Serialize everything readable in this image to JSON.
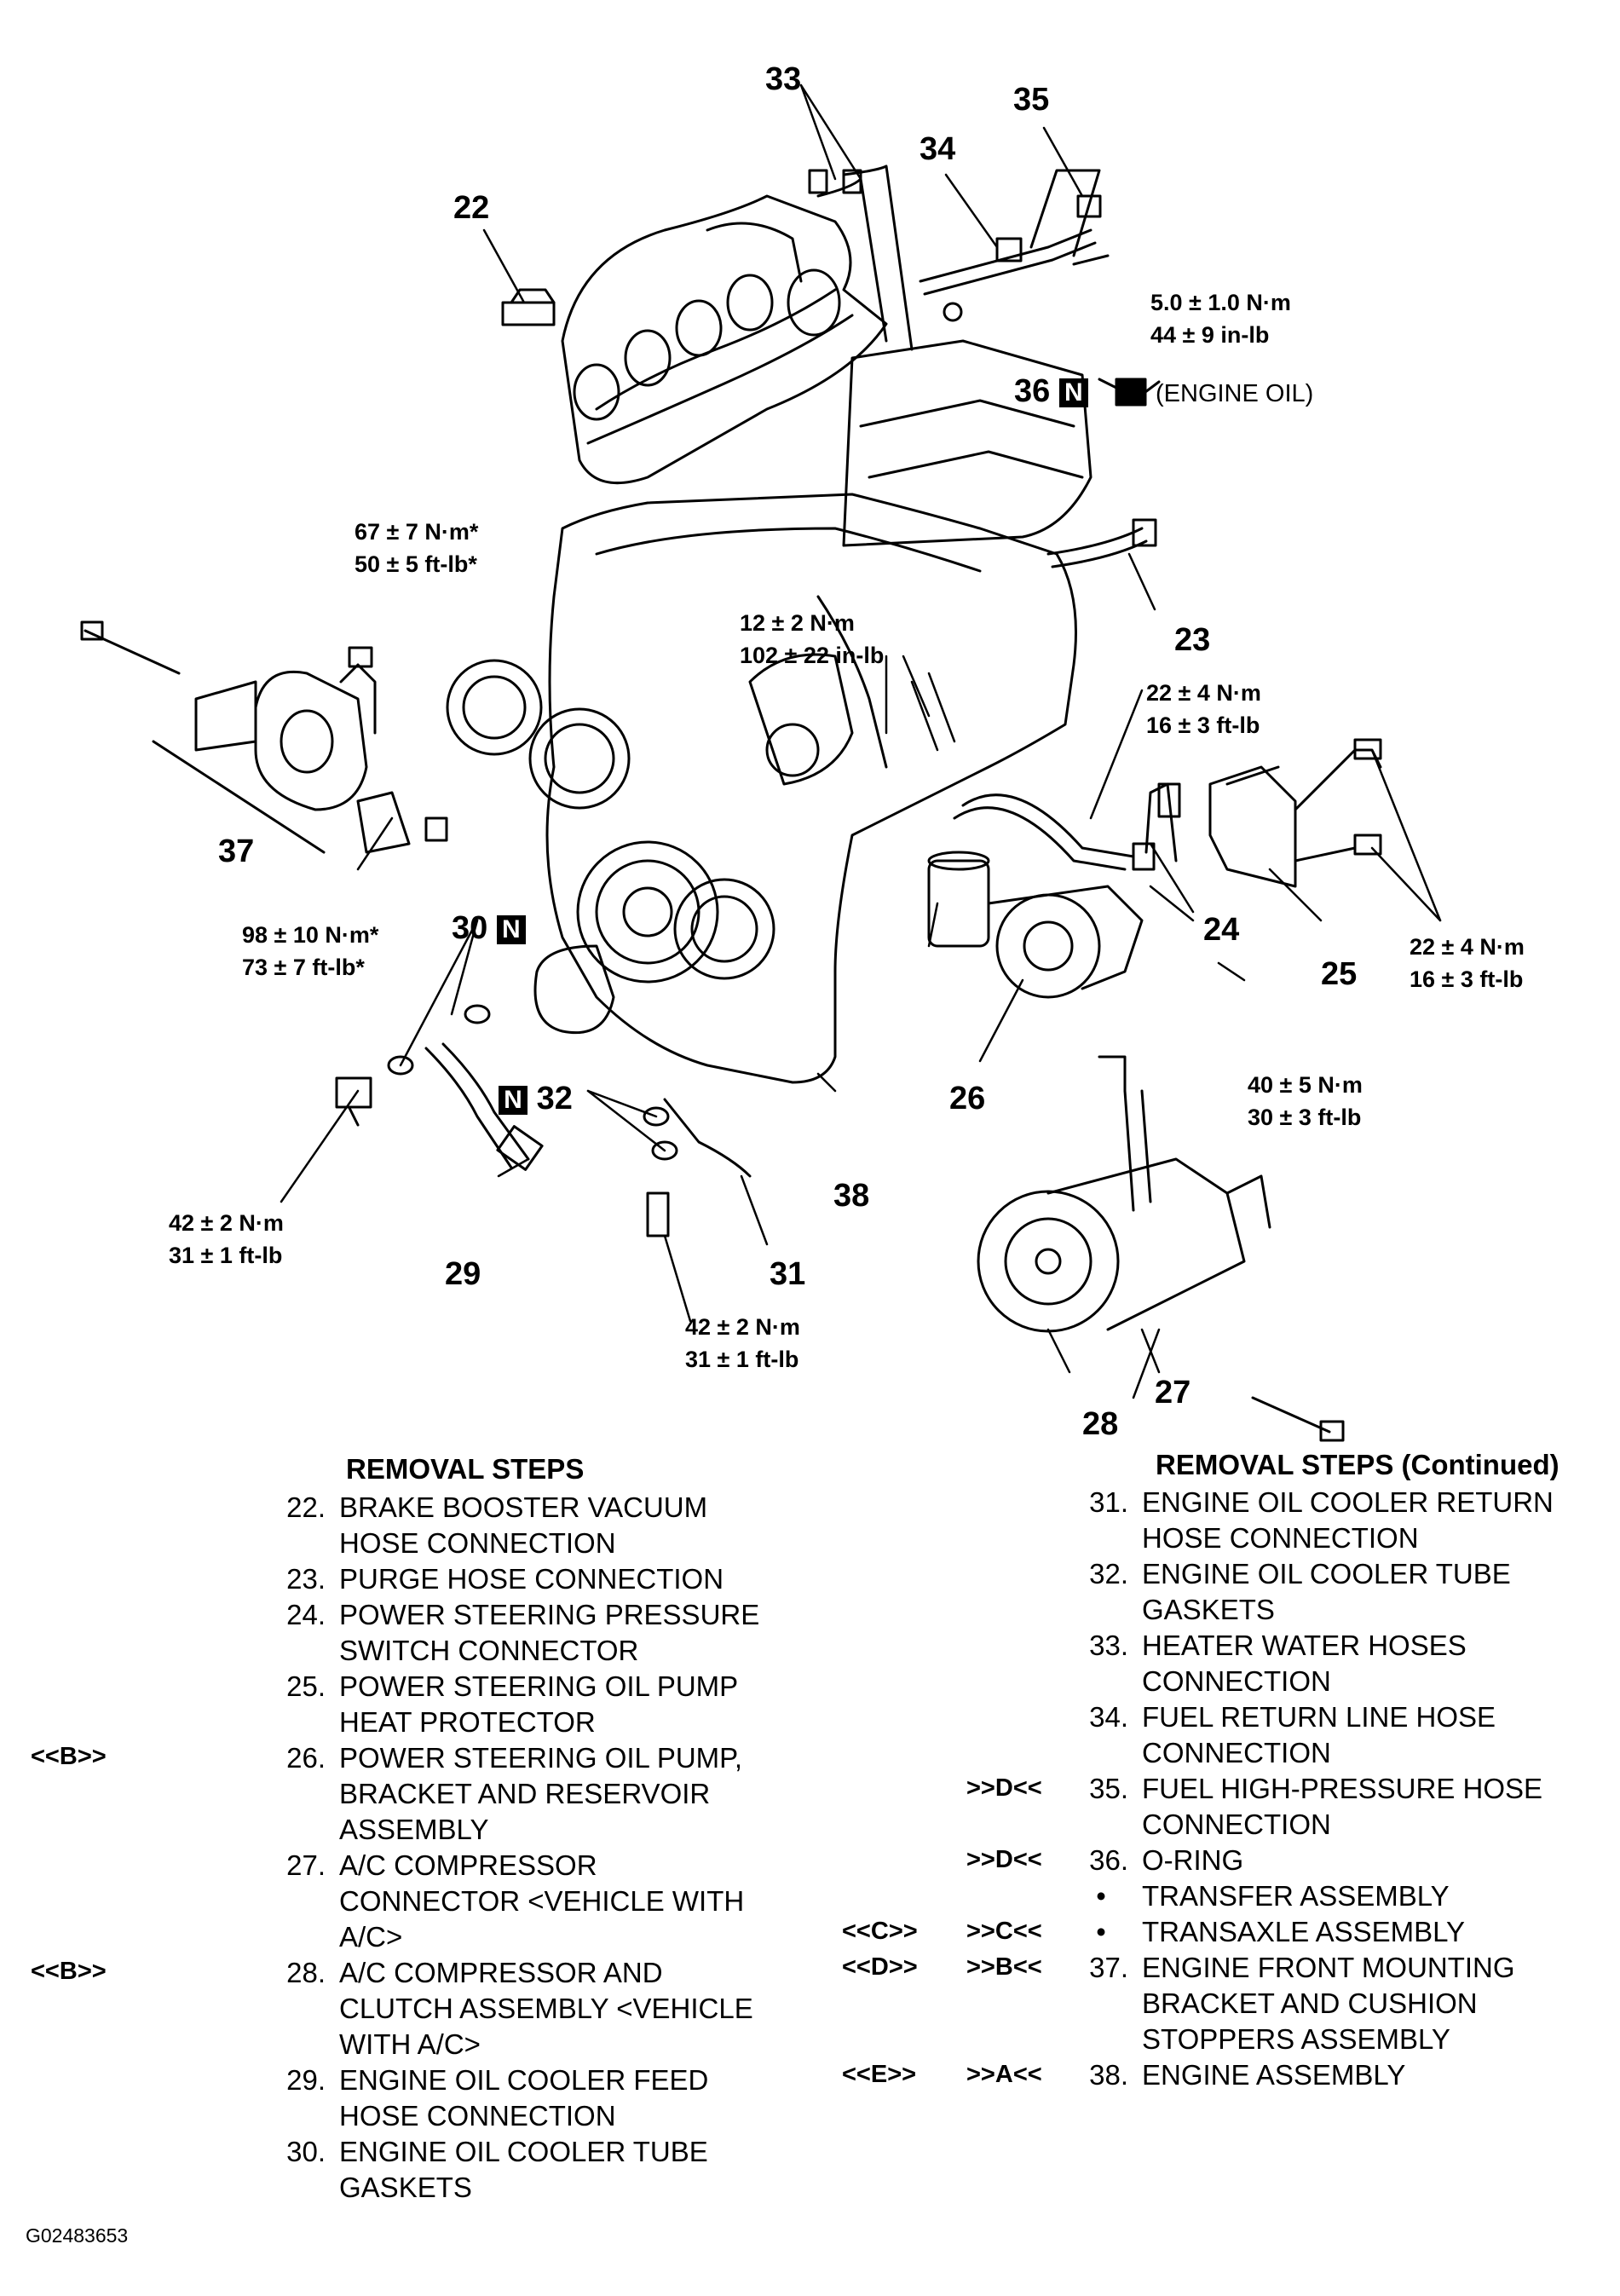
{
  "diagram": {
    "callouts": {
      "c22": "22",
      "c23": "23",
      "c24": "24",
      "c25": "25",
      "c26": "26",
      "c27": "27",
      "c28": "28",
      "c29": "29",
      "c30": "30",
      "c31": "31",
      "c32": "32",
      "c33": "33",
      "c34": "34",
      "c35": "35",
      "c36": "36",
      "c37": "37",
      "c38": "38"
    },
    "torques": {
      "t35a": "5.0 ± 1.0 N·m",
      "t35b": "44 ± 9 in-lb",
      "t37ua": "67 ± 7 N·m*",
      "t37ub": "50 ± 5 ft-lb*",
      "t24ua": "12 ± 2 N·m",
      "t24ub": "102 ± 22 in-lb",
      "t24a": "22 ± 4 N·m",
      "t24b": "16 ± 3 ft-lb",
      "t25a": "22 ± 4 N·m",
      "t25b": "16 ± 3 ft-lb",
      "t37la": "98 ± 10 N·m*",
      "t37lb": "73 ± 7 ft-lb*",
      "t26a": "40 ± 5 N·m",
      "t26b": "30 ± 3 ft-lb",
      "t29a": "42 ± 2 N·m",
      "t29b": "31 ± 1 ft-lb",
      "t31a": "42 ± 2 N·m",
      "t31b": "31 ± 1 ft-lb"
    },
    "n_badge": "N",
    "engine_oil_note": "(ENGINE OIL)"
  },
  "left_column": {
    "heading": "REMOVAL STEPS",
    "steps": [
      {
        "ref": "",
        "num": "22.",
        "text": "BRAKE BOOSTER VACUUM\nHOSE CONNECTION"
      },
      {
        "ref": "",
        "num": "23.",
        "text": "PURGE HOSE CONNECTION"
      },
      {
        "ref": "",
        "num": "24.",
        "text": "POWER STEERING PRESSURE\nSWITCH CONNECTOR"
      },
      {
        "ref": "",
        "num": "25.",
        "text": "POWER STEERING OIL PUMP\nHEAT PROTECTOR"
      },
      {
        "ref": "<<B>>",
        "num": "26.",
        "text": "POWER STEERING OIL PUMP,\nBRACKET AND RESERVOIR\nASSEMBLY"
      },
      {
        "ref": "",
        "num": "27.",
        "text": "A/C COMPRESSOR\nCONNECTOR <VEHICLE WITH\nA/C>"
      },
      {
        "ref": "<<B>>",
        "num": "28.",
        "text": "A/C COMPRESSOR AND\nCLUTCH ASSEMBLY <VEHICLE\nWITH A/C>"
      },
      {
        "ref": "",
        "num": "29.",
        "text": "ENGINE OIL COOLER FEED\nHOSE CONNECTION"
      },
      {
        "ref": "",
        "num": "30.",
        "text": "ENGINE OIL COOLER TUBE\nGASKETS"
      }
    ]
  },
  "right_column": {
    "heading": "REMOVAL STEPS (Continued)",
    "steps": [
      {
        "ref1": "",
        "ref2": "",
        "num": "31.",
        "text": "ENGINE OIL COOLER RETURN\nHOSE CONNECTION"
      },
      {
        "ref1": "",
        "ref2": "",
        "num": "32.",
        "text": "ENGINE OIL COOLER TUBE\nGASKETS"
      },
      {
        "ref1": "",
        "ref2": "",
        "num": "33.",
        "text": "HEATER WATER HOSES\nCONNECTION"
      },
      {
        "ref1": "",
        "ref2": "",
        "num": "34.",
        "text": "FUEL RETURN LINE HOSE\nCONNECTION"
      },
      {
        "ref1": "",
        "ref2": ">>D<<",
        "num": "35.",
        "text": "FUEL HIGH-PRESSURE HOSE\nCONNECTION"
      },
      {
        "ref1": "",
        "ref2": ">>D<<",
        "num": "36.",
        "text": "O-RING"
      },
      {
        "ref1": "",
        "ref2": "",
        "num": "•",
        "text": "TRANSFER ASSEMBLY"
      },
      {
        "ref1": "<<C>>",
        "ref2": ">>C<<",
        "num": "•",
        "text": "TRANSAXLE ASSEMBLY"
      },
      {
        "ref1": "<<D>>",
        "ref2": ">>B<<",
        "num": "37.",
        "text": "ENGINE FRONT MOUNTING\nBRACKET AND CUSHION\nSTOPPERS ASSEMBLY"
      },
      {
        "ref1": "<<E>>",
        "ref2": ">>A<<",
        "num": "38.",
        "text": "ENGINE ASSEMBLY"
      }
    ]
  },
  "figure_id": "G02483653"
}
